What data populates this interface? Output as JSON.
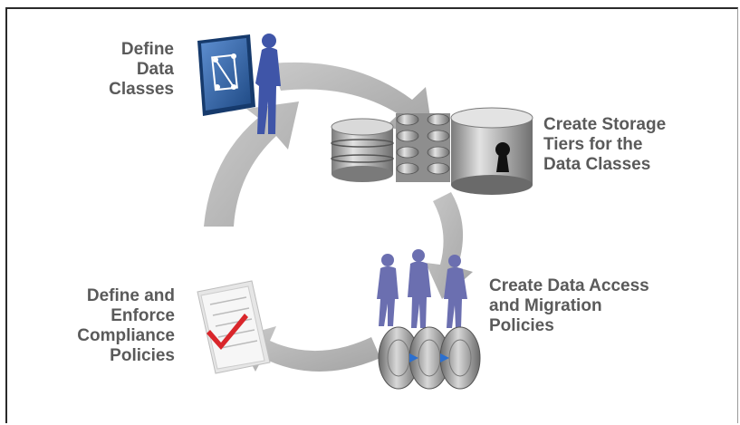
{
  "steps": [
    {
      "lines": [
        "Define",
        "Data",
        "Classes"
      ]
    },
    {
      "lines": [
        "Create Storage",
        "Tiers for the",
        "Data Classes"
      ]
    },
    {
      "lines": [
        "Create Data Access",
        "and Migration",
        "Policies"
      ]
    },
    {
      "lines": [
        "Define and",
        "Enforce",
        "Compliance",
        "Policies"
      ]
    }
  ],
  "colors": {
    "cycle_arrow": "#b3b3b3",
    "people": "#6b6fb0",
    "data_class_icon": "#2f5f9e",
    "checkmark": "#d9262b",
    "label_text": "#5a5a5a",
    "storage": "#8c8c8c"
  },
  "icons": [
    "data-classes-board-icon",
    "person-icon",
    "database-stack-icon",
    "disk-array-icon",
    "locked-cylinder-icon",
    "people-group-icon",
    "disk-migration-icon",
    "checklist-document-icon"
  ]
}
